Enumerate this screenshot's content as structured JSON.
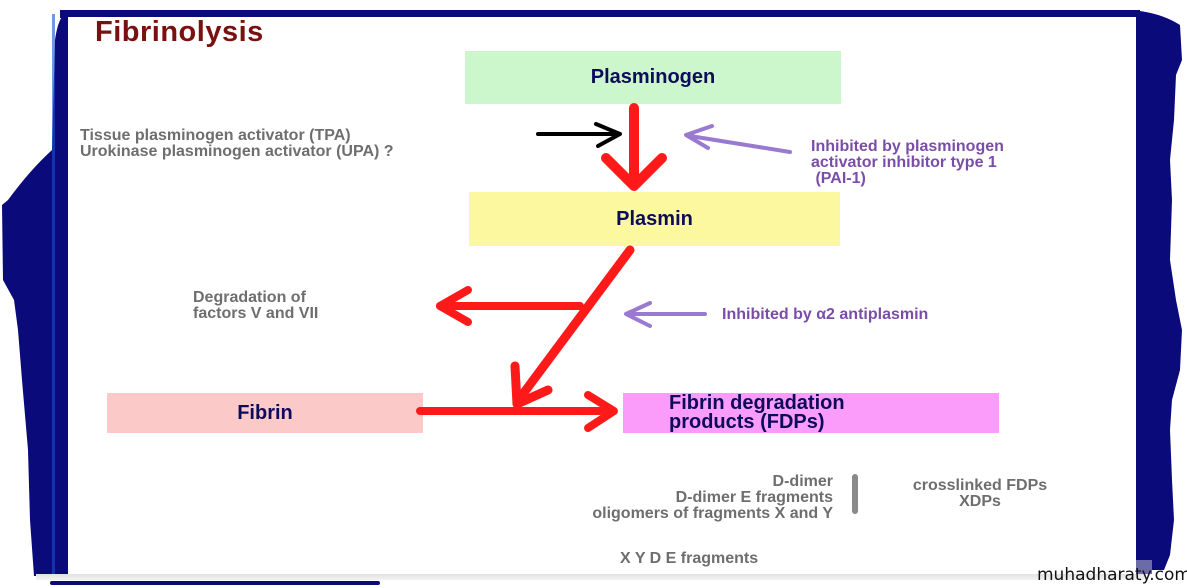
{
  "title": "Fibrinolysis",
  "nodes": {
    "plasminogen": "Plasminogen",
    "plasmin": "Plasmin",
    "fibrin": "Fibrin",
    "fdp_line1": "Fibrin degradation",
    "fdp_line2": "products (FDPs)"
  },
  "activators": {
    "line1": "Tissue plasminogen activator (TPA)",
    "line2": "Urokinase plasminogen activator (UPA) ?"
  },
  "inhibitors": {
    "pai_line1": "Inhibited by plasminogen",
    "pai_line2": "activator inhibitor type 1",
    "pai_line3": " (PAI-1)",
    "alpha2": "Inhibited by α2 antiplasmin"
  },
  "degradation": {
    "line1": "Degradation of",
    "line2": "factors V and VII"
  },
  "products": {
    "left": [
      "D-dimer",
      "D-dimer E fragments",
      "oligomers of fragments X and Y"
    ],
    "right": [
      "crosslinked FDPs",
      "XDPs"
    ],
    "bottom": "X Y D E fragments"
  },
  "watermark": "muhadharaty.com",
  "colors": {
    "frame": "#0a0a7a",
    "title": "#7a1010",
    "node_text": "#0c0c5a",
    "arrow_main": "#ff1a1a",
    "arrow_inhibit": "#9a7ad0",
    "arrow_activator": "#000000",
    "plasminogen_box": "#ccf6cc",
    "plasmin_box": "#fbf8a0",
    "fibrin_box": "#fcc9c9",
    "fdp_box": "#fb9cfb"
  }
}
